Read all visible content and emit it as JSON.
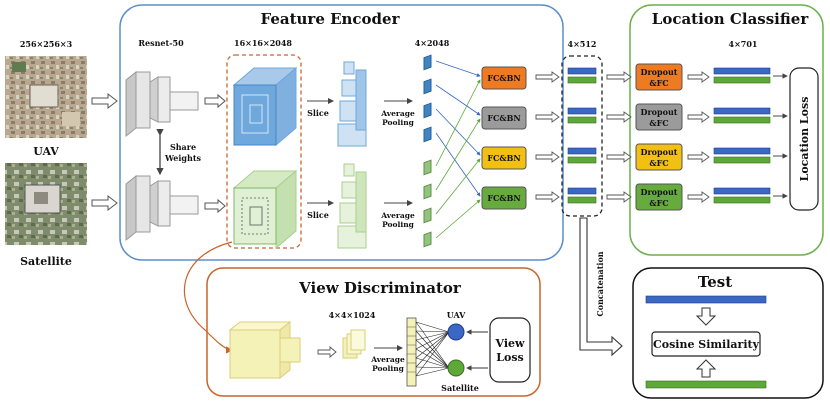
{
  "sections": {
    "feature_encoder": "Feature Encoder",
    "location_classifier": "Location Classifier",
    "view_discriminator": "View Discriminator",
    "test": "Test"
  },
  "inputs": {
    "size_label": "256×256×3",
    "uav_label": "UAV",
    "satellite_label": "Satellite"
  },
  "encoder": {
    "backbone_label": "Resnet-50",
    "feature_size": "16×16×2048",
    "share_weights_line1": "Share",
    "share_weights_line2": "Weights",
    "slice_label_top": "Slice",
    "slice_label_bottom": "Slice",
    "avg_pool_top_1": "Average",
    "avg_pool_top_2": "Pooling",
    "avg_pool_bottom_1": "Average",
    "avg_pool_bottom_2": "Pooling",
    "pooled_size": "4×2048",
    "fc_bn_labels": [
      "FC&BN",
      "FC&BN",
      "FC&BN",
      "FC&BN"
    ],
    "fc_bn_colors": [
      "#ee7a22",
      "#9b9b9b",
      "#f2c012",
      "#67ab3f"
    ]
  },
  "embedding": {
    "size_label": "4×512",
    "concat_label": "Concatenation"
  },
  "classifier": {
    "size_label": "4×701",
    "dropout_labels": [
      [
        "Dropout",
        "&FC"
      ],
      [
        "Dropout",
        "&FC"
      ],
      [
        "Dropout",
        "&FC"
      ],
      [
        "Dropout",
        "&FC"
      ]
    ],
    "loss_label": "Location Loss"
  },
  "discriminator": {
    "size_label": "4×4×1024",
    "avg_pool_1": "Average",
    "avg_pool_2": "Pooling",
    "uav_node": "UAV",
    "satellite_node": "Satellite",
    "loss_line1": "View",
    "loss_line2": "Loss"
  },
  "test": {
    "cosine_label": "Cosine Similarity"
  },
  "colors": {
    "encoder_border": "#5b8fc9",
    "classifier_border": "#6ab04c",
    "discriminator_border": "#c7652d",
    "uav_blue": "#3b68c4",
    "satellite_green": "#5ea83a",
    "feature_blue": "#6fa8dc",
    "feature_green": "#a8d08d",
    "discriminator_yellow": "#f5f2b8"
  }
}
